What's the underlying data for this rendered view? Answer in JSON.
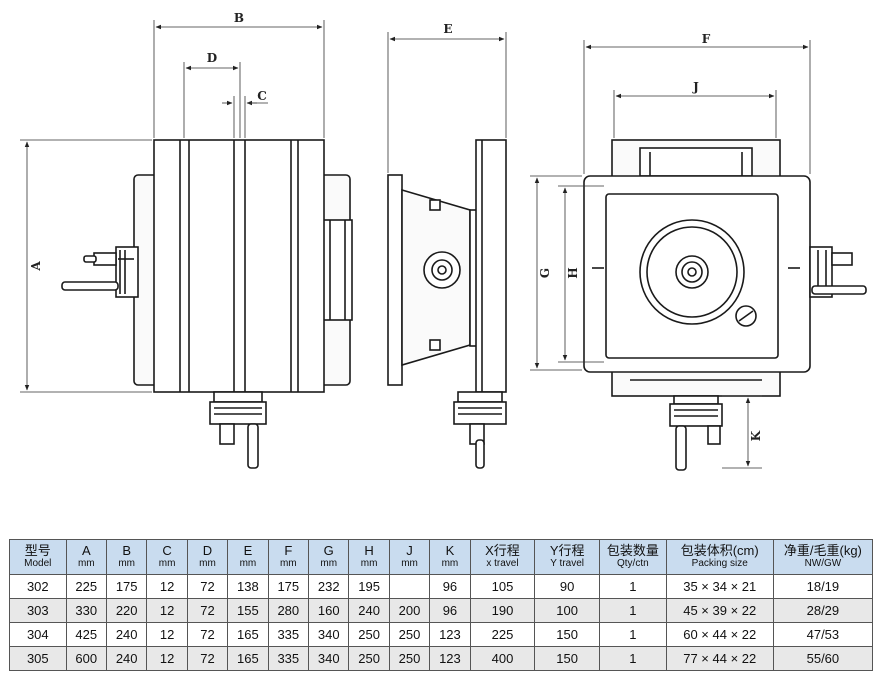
{
  "dimension_labels": {
    "A": "A",
    "B": "B",
    "C": "C",
    "D": "D",
    "E": "E",
    "F": "F",
    "G": "G",
    "H": "H",
    "J": "J",
    "K": "K"
  },
  "colors": {
    "header_bg": "#c9dcef",
    "alt_row_bg": "#e8e8e8",
    "line": "#1a1a1a"
  },
  "table": {
    "headers": [
      {
        "main": "型号",
        "sub": "Model"
      },
      {
        "main": "A",
        "sub": "mm"
      },
      {
        "main": "B",
        "sub": "mm"
      },
      {
        "main": "C",
        "sub": "mm"
      },
      {
        "main": "D",
        "sub": "mm"
      },
      {
        "main": "E",
        "sub": "mm"
      },
      {
        "main": "F",
        "sub": "mm"
      },
      {
        "main": "G",
        "sub": "mm"
      },
      {
        "main": "H",
        "sub": "mm"
      },
      {
        "main": "J",
        "sub": "mm"
      },
      {
        "main": "K",
        "sub": "mm"
      },
      {
        "main": "X行程",
        "sub": "x travel"
      },
      {
        "main": "Y行程",
        "sub": "Y travel"
      },
      {
        "main": "包装数量",
        "sub": "Qty/ctn"
      },
      {
        "main": "包装体积(cm)",
        "sub": "Packing size"
      },
      {
        "main": "净重/毛重(kg)",
        "sub": "NW/GW"
      }
    ],
    "rows": [
      [
        "302",
        "225",
        "175",
        "12",
        "72",
        "138",
        "175",
        "232",
        "195",
        "",
        "96",
        "105",
        "90",
        "1",
        "35 × 34 × 21",
        "18/19"
      ],
      [
        "303",
        "330",
        "220",
        "12",
        "72",
        "155",
        "280",
        "160",
        "240",
        "200",
        "96",
        "190",
        "100",
        "1",
        "45 × 39 × 22",
        "28/29"
      ],
      [
        "304",
        "425",
        "240",
        "12",
        "72",
        "165",
        "335",
        "340",
        "250",
        "250",
        "123",
        "225",
        "150",
        "1",
        "60 × 44 × 22",
        "47/53"
      ],
      [
        "305",
        "600",
        "240",
        "12",
        "72",
        "165",
        "335",
        "340",
        "250",
        "250",
        "123",
        "400",
        "150",
        "1",
        "77 × 44 × 22",
        "55/60"
      ]
    ]
  }
}
